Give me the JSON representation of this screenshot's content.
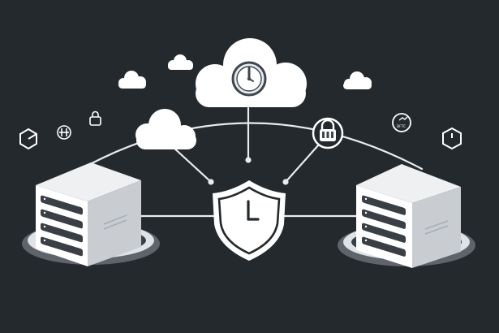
{
  "diagram": {
    "nodes": [
      {
        "id": "cloud-clock",
        "kind": "cloud",
        "icon": "clock-icon"
      },
      {
        "id": "cloud-left",
        "kind": "cloud"
      },
      {
        "id": "shield-clock",
        "kind": "shield",
        "icon": "clock-icon"
      },
      {
        "id": "lock-badge",
        "kind": "badge",
        "icon": "padlock-icon"
      },
      {
        "id": "server-left",
        "kind": "server"
      },
      {
        "id": "server-right",
        "kind": "server"
      }
    ],
    "decor_icons": [
      "hexagon-icon",
      "network-node-icon",
      "lock-tag-icon",
      "chart-badge-icon",
      "hexagon-outline-icon"
    ],
    "badge_text": "BFTC"
  },
  "colors": {
    "background": "#24292d",
    "line": "#e9ecef",
    "node_fill": "#ffffff",
    "server_side": "#c9cdd2",
    "server_top": "#eef0f2",
    "bay": "#3a3f45",
    "icon_stroke": "#3f464d"
  }
}
